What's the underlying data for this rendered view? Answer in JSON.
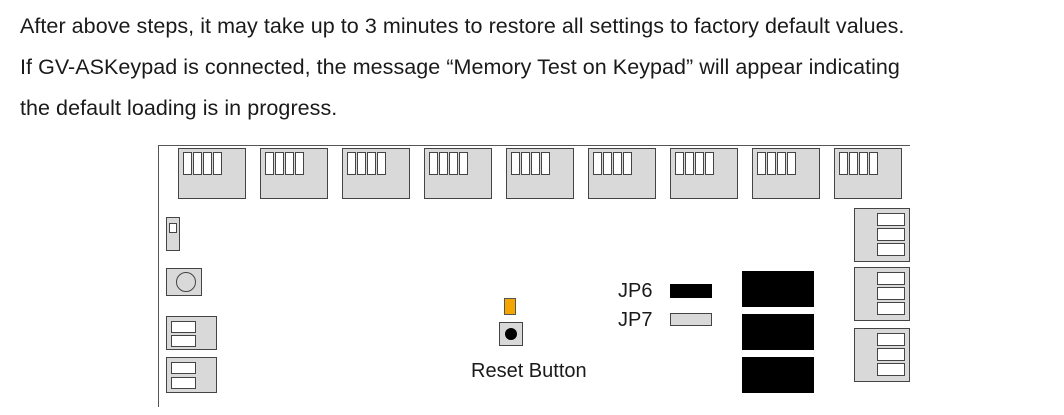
{
  "paragraph": {
    "lines": [
      "After above steps, it may take up to 3 minutes to restore all settings to factory default values.",
      "If GV-ASKeypad is connected, the message “Memory Test on Keypad” will appear indicating",
      "the default loading is in progress."
    ]
  },
  "diagram": {
    "jp6_label": "JP6",
    "jp7_label": "JP7",
    "reset_label": "Reset Button",
    "colors": {
      "led": "#f5a500",
      "board_fill": "#d9d9d9",
      "jumper_on": "#000000"
    }
  }
}
